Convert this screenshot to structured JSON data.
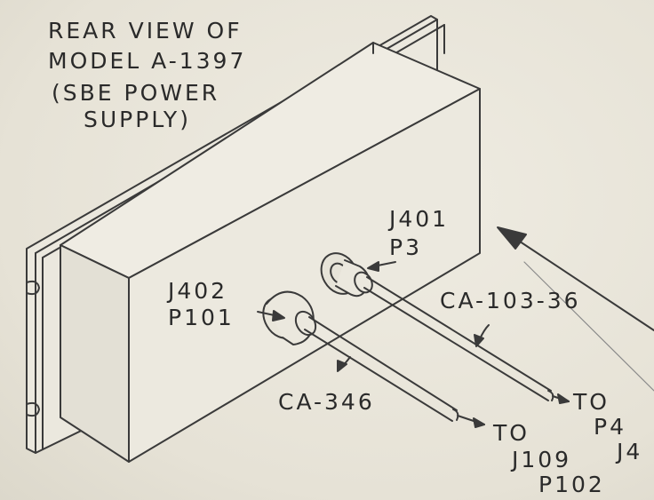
{
  "title": {
    "line1": "REAR VIEW OF",
    "line2": "MODEL A-1397",
    "line3": "(SBE POWER",
    "line4": "SUPPLY)"
  },
  "connectors": {
    "upper": {
      "jack": "J401",
      "plug": "P3"
    },
    "lower": {
      "jack": "J402",
      "plug": "P101"
    }
  },
  "cables": {
    "upper": "CA-103-36",
    "lower": "CA-346"
  },
  "destinations": {
    "upper": {
      "to": "TO",
      "plug": "P4",
      "jack": "J4"
    },
    "lower": {
      "to": "TO",
      "jack": "J109",
      "plug": "P102"
    }
  },
  "colors": {
    "paper": "#e9e6da",
    "ink": "#2a2a2a"
  }
}
